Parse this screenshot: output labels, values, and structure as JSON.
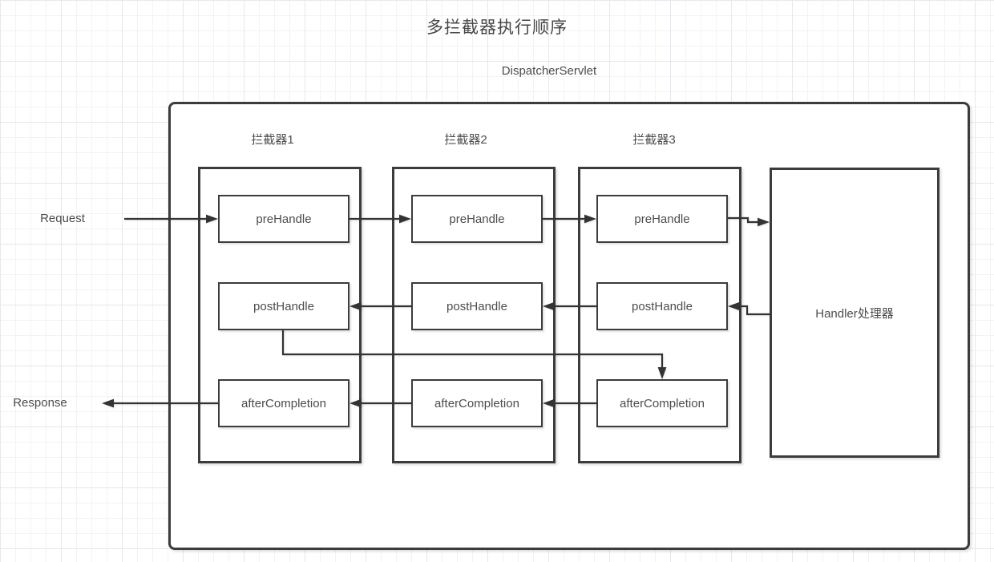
{
  "diagram": {
    "title": "多拦截器执行顺序",
    "dispatcher_label": "DispatcherServlet",
    "request_label": "Request",
    "response_label": "Response",
    "handler_label": "Handler处理器",
    "interceptors": [
      {
        "label": "拦截器1",
        "steps": [
          "preHandle",
          "postHandle",
          "afterCompletion"
        ]
      },
      {
        "label": "拦截器2",
        "steps": [
          "preHandle",
          "postHandle",
          "afterCompletion"
        ]
      },
      {
        "label": "拦截器3",
        "steps": [
          "preHandle",
          "postHandle",
          "afterCompletion"
        ]
      }
    ],
    "flow_arrows": [
      "request-to-prehandle1",
      "prehandle1-to-prehandle2",
      "prehandle2-to-prehandle3",
      "prehandle3-to-handler",
      "handler-to-posthandle3",
      "posthandle3-to-posthandle2",
      "posthandle2-to-posthandle1",
      "posthandle1-to-aftercompletion3",
      "aftercompletion3-to-aftercompletion2",
      "aftercompletion2-to-aftercompletion1",
      "aftercompletion1-to-response"
    ],
    "colors": {
      "line": "#333333",
      "border": "#3c3c3c",
      "text": "#4c4c4c",
      "grid_minor": "#f3f3f7",
      "grid_major": "#e7e7ed",
      "background": "#ffffff"
    }
  }
}
